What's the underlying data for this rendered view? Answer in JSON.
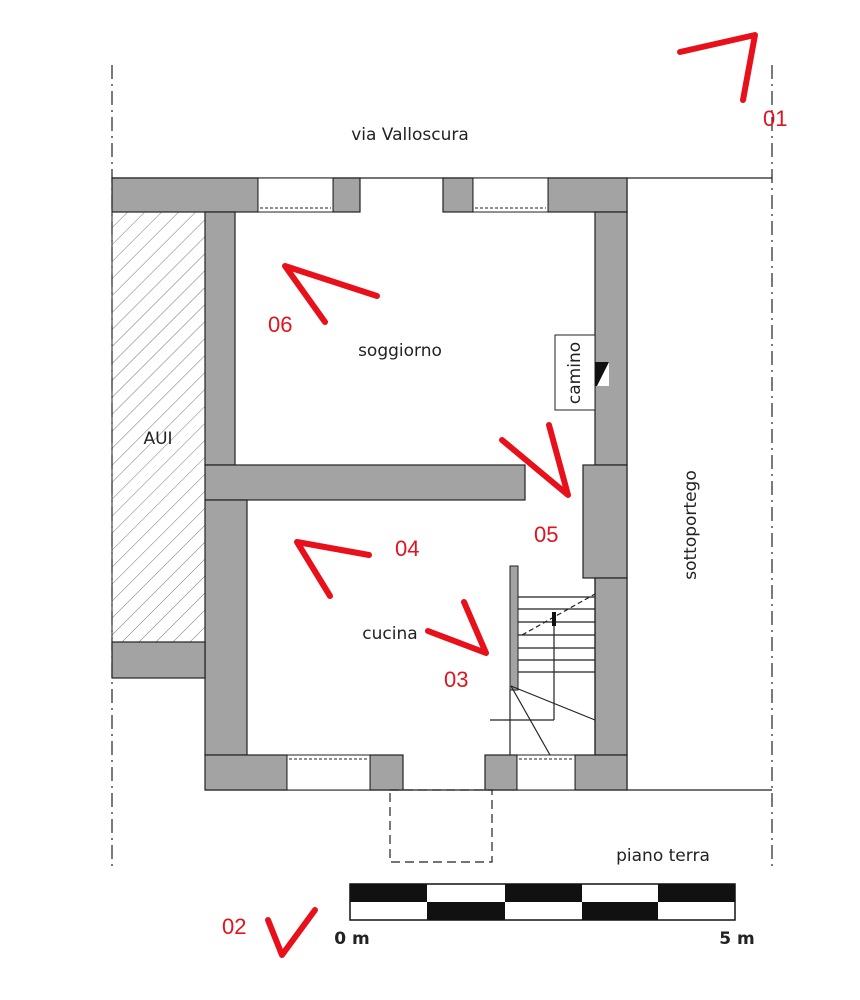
{
  "plan": {
    "street": "via Valloscura",
    "floor": "piano terra",
    "rooms": {
      "living": "soggiorno",
      "kitchen": "cucina",
      "fireplace": "camino",
      "adjacent": "AUI",
      "arcade": "sottoportego"
    }
  },
  "viewpoints": [
    "01",
    "02",
    "03",
    "04",
    "05",
    "06"
  ],
  "scale_bar": {
    "start_label": "0 m",
    "end_label": "5 m",
    "length_m": 5
  },
  "colors": {
    "arrow": "#e8101a",
    "wall": "#a3a3a3"
  }
}
